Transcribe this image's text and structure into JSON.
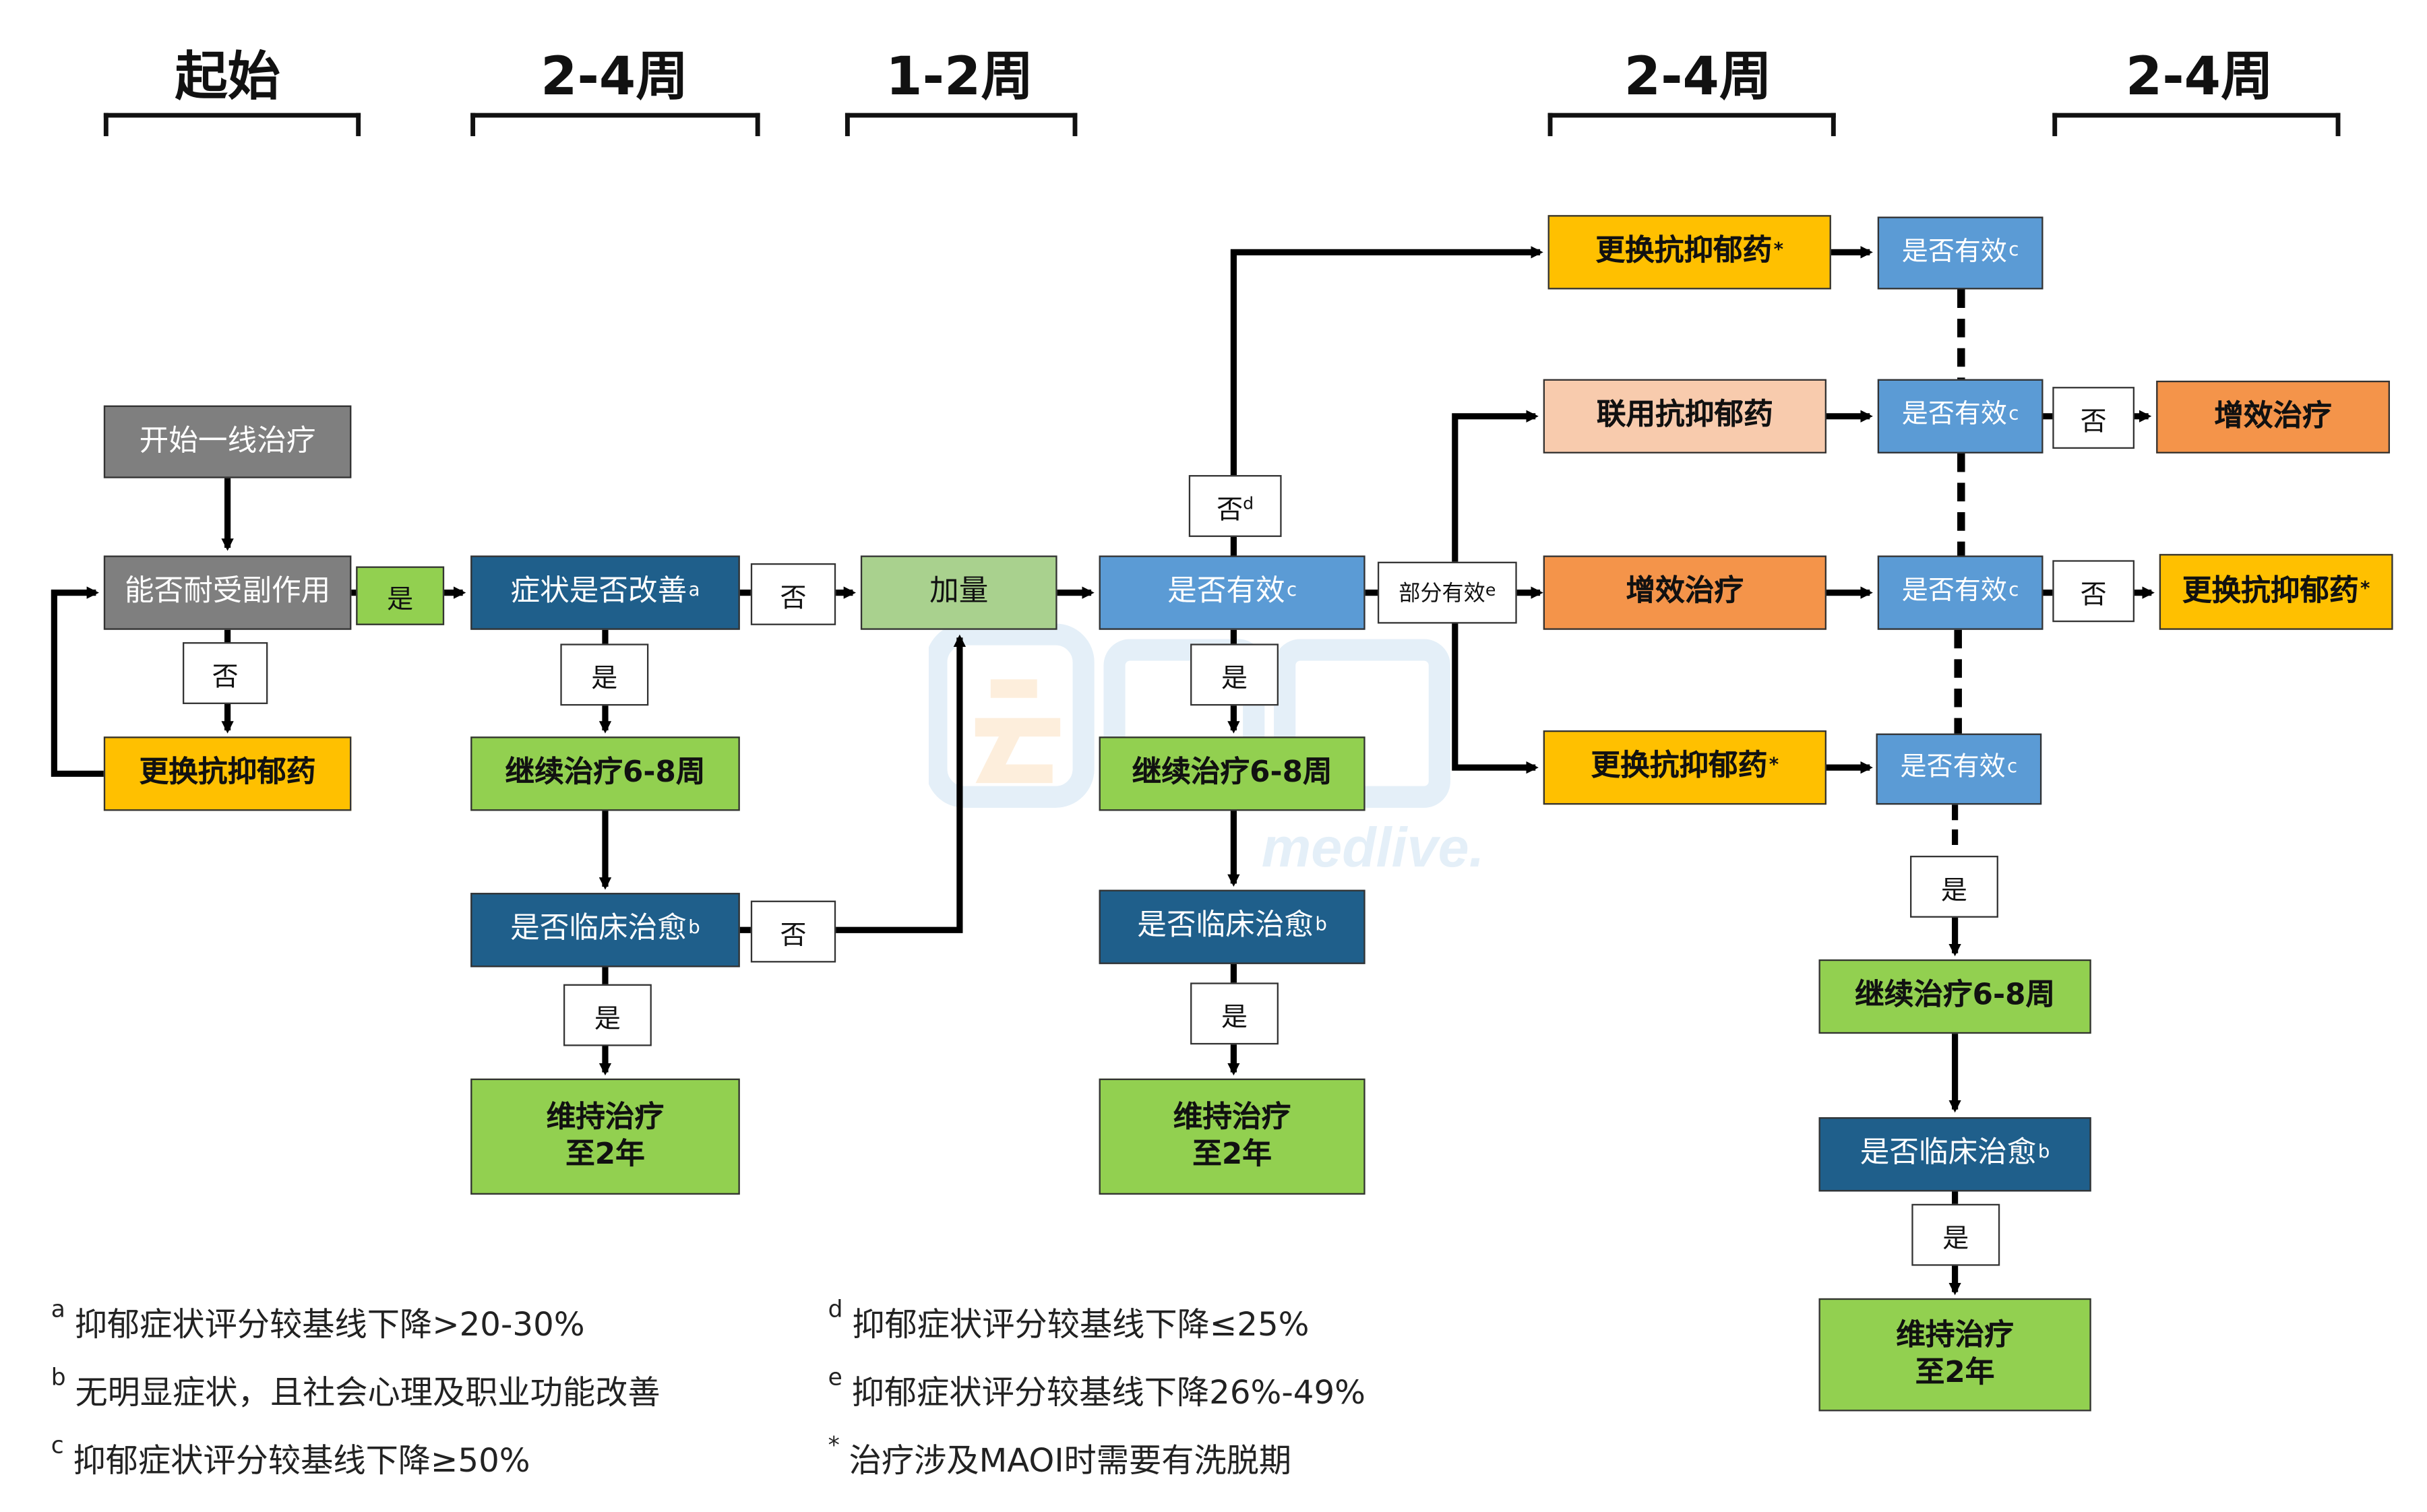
{
  "phases": {
    "p1": "起始",
    "p2": "2-4周",
    "p3": "1-2周",
    "p4": "2-4周",
    "p5": "2-4周"
  },
  "watermark": {
    "text": "medlive.cn"
  },
  "col1": {
    "start": "开始一线治疗",
    "tolerate": "能否耐受副作用",
    "switch": "更换抗抑郁药",
    "yes": "是",
    "no": "否"
  },
  "col2": {
    "improve": "症状是否改善",
    "improve_sup": "a",
    "continue": "继续治疗6-8周",
    "remission": "是否临床治愈",
    "remission_sup": "b",
    "maintain_l1": "维持治疗",
    "maintain_l2": "至2年",
    "yes1": "是",
    "yes2": "是",
    "no1": "否",
    "no2": "否"
  },
  "col3": {
    "increase": "加量"
  },
  "col4": {
    "effective": "是否有效",
    "effective_sup": "c",
    "continue": "继续治疗6-8周",
    "remission": "是否临床治愈",
    "remission_sup": "b",
    "maintain_l1": "维持治疗",
    "maintain_l2": "至2年",
    "yes1": "是",
    "yes2": "是",
    "no": "否",
    "no_sup": "d",
    "partial": "部分有效",
    "partial_sup": "e"
  },
  "col5": {
    "switch_top": "更换抗抑郁药",
    "combine": "联用抗抑郁药",
    "augment": "增效治疗",
    "switch_bottom": "更换抗抑郁药",
    "star": "*"
  },
  "col6": {
    "eff1": "是否有效",
    "eff2": "是否有效",
    "eff3": "是否有效",
    "eff4": "是否有效",
    "sup": "c",
    "no1": "否",
    "no2": "否",
    "yes1": "是",
    "yes2": "是",
    "continue": "继续治疗6-8周",
    "remission": "是否临床治愈",
    "remission_sup": "b",
    "maintain_l1": "维持治疗",
    "maintain_l2": "至2年"
  },
  "col7": {
    "augment": "增效治疗",
    "switch": "更换抗抑郁药",
    "star": "*"
  },
  "footnotes": {
    "a": {
      "mark": "a",
      "text": "抑郁症状评分较基线下降>20-30%"
    },
    "b": {
      "mark": "b",
      "text": "无明显症状，且社会心理及职业功能改善"
    },
    "c": {
      "mark": "c",
      "text": "抑郁症状评分较基线下降≥50%"
    },
    "d": {
      "mark": "d",
      "text": "抑郁症状评分较基线下降≤25%"
    },
    "e": {
      "mark": "e",
      "text": "抑郁症状评分较基线下降26%-49%"
    },
    "star": {
      "mark": "*",
      "text": "治疗涉及MAOI时需要有洗脱期"
    }
  }
}
